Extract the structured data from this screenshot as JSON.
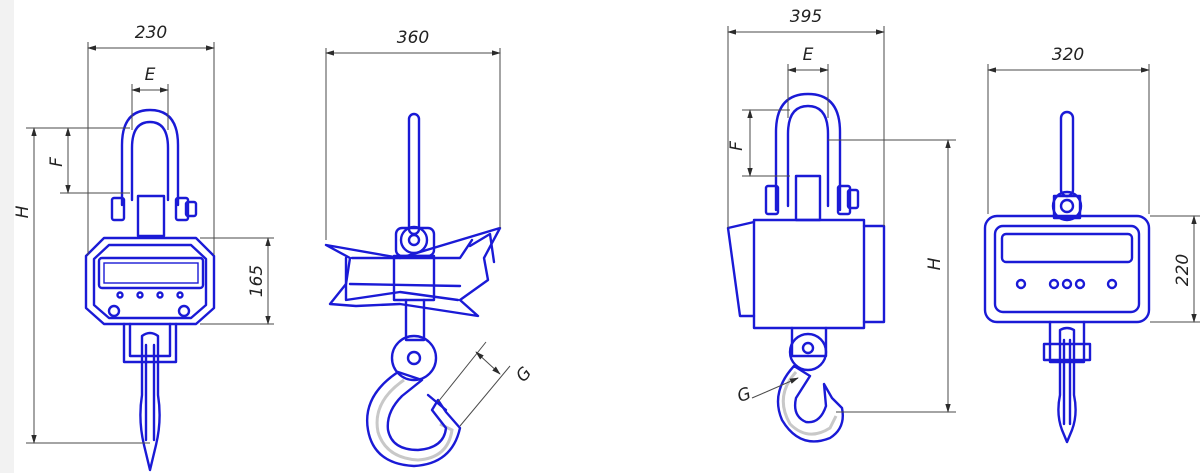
{
  "views": {
    "scale_a_front": {
      "width": "230",
      "shackle_gap": "E",
      "shackle_height": "F",
      "overall_height": "H",
      "body_height": "165"
    },
    "scale_a_side": {
      "width": "360",
      "hook_throat": "G"
    },
    "scale_b_front": {
      "width": "395",
      "shackle_gap": "E",
      "shackle_height": "F",
      "overall_height": "H",
      "hook_throat": "G"
    },
    "scale_b_back": {
      "width": "320",
      "body_height": "220"
    }
  },
  "colors": {
    "outline": "#1a1ad6",
    "dimension": "#4a4a4a",
    "shadow": "#c8c8c8"
  }
}
